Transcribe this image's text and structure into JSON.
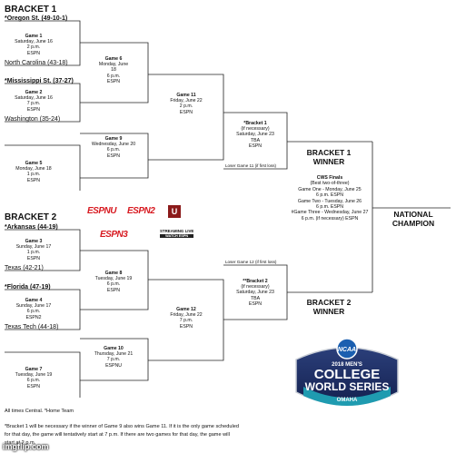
{
  "bracket1": {
    "title": "BRACKET 1",
    "teams": [
      "*Oregon St. (49-10-1)",
      "North Carolina (43-18)",
      "*Mississippi St. (37-27)",
      "Washington (35-24)"
    ],
    "games": [
      {
        "title": "Game 1",
        "lines": [
          "Saturday, June 16",
          "2 p.m.",
          "ESPN"
        ]
      },
      {
        "title": "Game 2",
        "lines": [
          "Saturday, June 16",
          "7 p.m.",
          "ESPN"
        ]
      },
      {
        "title": "Game 5",
        "lines": [
          "Monday, June 18",
          "1 p.m.",
          "ESPN"
        ]
      },
      {
        "title": "Game 6",
        "lines": [
          "Monday, June",
          "18",
          "6 p.m.",
          "ESPN"
        ]
      },
      {
        "title": "Game 9",
        "lines": [
          "Wednesday, June 20",
          "6 p.m.",
          "ESPN"
        ]
      },
      {
        "title": "Game 11",
        "lines": [
          "Friday, June 22",
          "2 p.m.",
          "ESPN"
        ]
      },
      {
        "title": "*Bracket 1",
        "lines": [
          "(if necessary)",
          "Saturday, June 23",
          "TBA",
          "ESPN"
        ]
      }
    ],
    "loser_label": "Loser Game 11 (if first loss)",
    "winner": [
      "BRACKET 1",
      "WINNER"
    ]
  },
  "bracket2": {
    "title": "BRACKET 2",
    "teams": [
      "*Arkansas (44-19)",
      "Texas (42-21)",
      "*Florida (47-19)",
      "Texas Tech (44-18)"
    ],
    "games": [
      {
        "title": "Game 3",
        "lines": [
          "Sunday, June 17",
          "1 p.m.",
          "ESPN"
        ]
      },
      {
        "title": "Game 4",
        "lines": [
          "Sunday, June 17",
          "6 p.m.",
          "ESPN2"
        ]
      },
      {
        "title": "Game 7",
        "lines": [
          "Tuesday, June 19",
          "6 p.m.",
          "ESPN"
        ]
      },
      {
        "title": "Game 8",
        "lines": [
          "Tuesday, June 19",
          "6 p.m.",
          "ESPN"
        ]
      },
      {
        "title": "Game 10",
        "lines": [
          "Thursday, June 21",
          "7 p.m.",
          "ESPNU"
        ]
      },
      {
        "title": "Game 12",
        "lines": [
          "Friday, June 22",
          "7 p.m.",
          "ESPN"
        ]
      },
      {
        "title": "**Bracket 2",
        "lines": [
          "(if necessary)",
          "Saturday, June 23",
          "TBA",
          "ESPN"
        ]
      }
    ],
    "loser_label": "Loser Game 12 (if first loss)",
    "winner": [
      "BRACKET 2",
      "WINNER"
    ]
  },
  "finals": {
    "title": "CWS Finals",
    "lines": [
      "(Best two-of-three)",
      "Game One - Monday, June 25",
      "6 p.m. ESPN",
      "Game Two - Tuesday, June 26",
      "6 p.m. ESPN",
      "#Game Three - Wednesday, June 27",
      "6 p.m. (if necessary) ESPN"
    ]
  },
  "champion": [
    "NATIONAL",
    "CHAMPION"
  ],
  "networks": {
    "espnu": "ESPNU",
    "espn2": "ESPN2",
    "espn3": "ESPN3",
    "u_logo": "U",
    "streaming": "STREAMING LIVE",
    "watch": "WATCH ESPN"
  },
  "logo": {
    "ncaa": "NCAA",
    "year_line": "2018 MEN'S",
    "line1": "COLLEGE",
    "line2": "WORLD SERIES",
    "city": "OMAHA",
    "colors": {
      "navy": "#1b2a5a",
      "teal": "#1f9bb0",
      "silver": "#c9ced6"
    }
  },
  "footnotes": {
    "times": "All times Central. *Home Team",
    "note_line1": "*Bracket 1 will be necessary if the winner of Game 9 also wins Game 11. If it is the only game scheduled",
    "note_line2": "for that day, the game will tentatively start at 7 p.m. If there are two games for that day, the game will",
    "note_line3": "start at 2 p.m."
  },
  "watermark": "imgflip.com"
}
